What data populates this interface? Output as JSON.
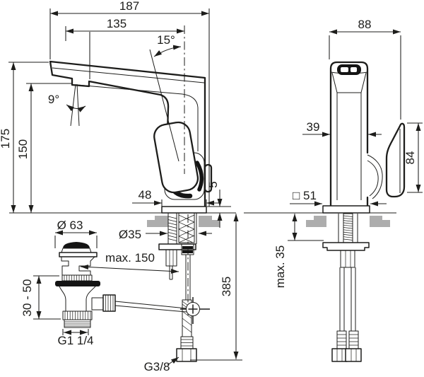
{
  "colors": {
    "line": "#1d1d1b",
    "background": "#ffffff",
    "deck_section_fill": "#adadad"
  },
  "dims": {
    "side_view": {
      "overall_reach": "187",
      "spout_reach": "135",
      "spout_tilt_angle": "15°",
      "stream_angle": "9°",
      "overall_height": "175",
      "spout_height": "150",
      "base_depth": "48",
      "base_plate_height": "5",
      "shank_hole_diameter": "Ø35"
    },
    "front_view": {
      "overall_depth": "88",
      "body_width": "39",
      "handle_height": "84",
      "base_square": "□ 51",
      "deck_thickness_max": "max. 35"
    },
    "waste_set": {
      "plug_diameter": "Ø 63",
      "pullrod_reach_max": "max. 150",
      "clamping_range": "30 - 50",
      "thread": "G1 1/4"
    },
    "supply": {
      "hose_length": "385",
      "hose_thread": "G3/8"
    }
  }
}
